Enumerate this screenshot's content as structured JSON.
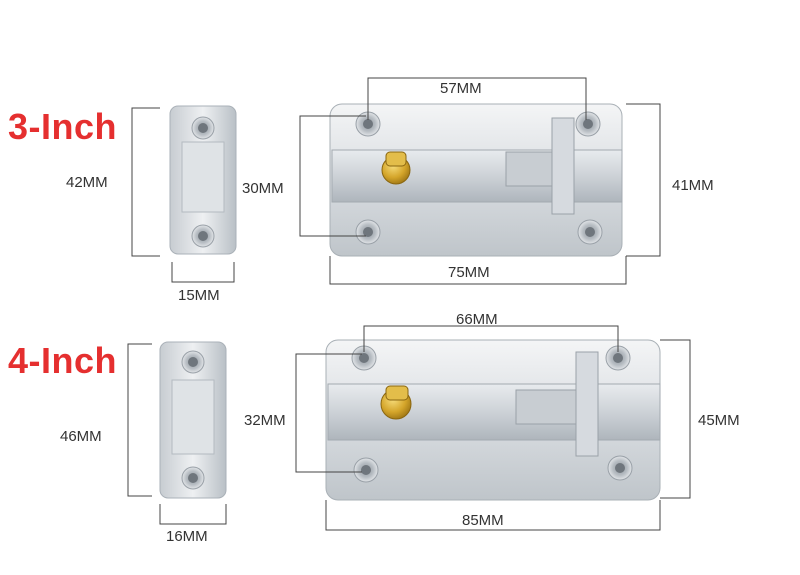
{
  "colors": {
    "accent": "#e52f2f",
    "metal_light": "#eef0f2",
    "metal_mid": "#c9ced3",
    "metal_dark": "#9aa1a8",
    "brass": "#d4a52a",
    "dimension_line": "#444444"
  },
  "sets": [
    {
      "size_label": "3-Inch",
      "keeper": {
        "height_label": "42MM",
        "width_label": "15MM"
      },
      "bolt": {
        "hole_spacing_label": "57MM",
        "hole_height_label": "30MM",
        "height_label": "41MM",
        "length_label": "75MM"
      }
    },
    {
      "size_label": "4-Inch",
      "keeper": {
        "height_label": "46MM",
        "width_label": "16MM"
      },
      "bolt": {
        "hole_spacing_label": "66MM",
        "hole_height_label": "32MM",
        "height_label": "45MM",
        "length_label": "85MM"
      }
    }
  ]
}
